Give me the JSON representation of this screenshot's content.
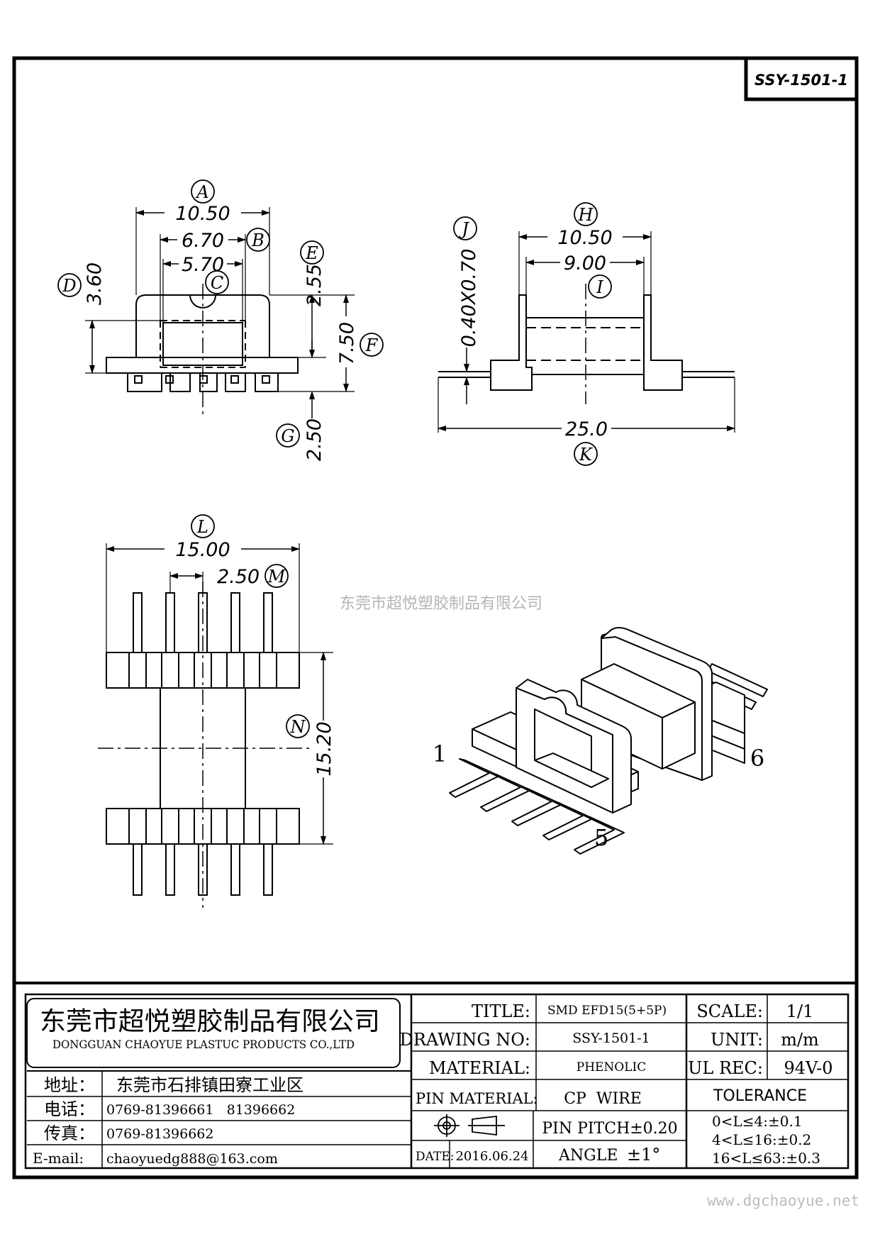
{
  "drawing_no_box": "SSY-1501-1",
  "watermark": "东莞市超悦塑胶制品有限公司",
  "website": "www.dgchaoyue.net",
  "front_view": {
    "dims": {
      "A": "10.50",
      "B": "6.70",
      "C": "5.70",
      "D": "3.60",
      "E": "2.55",
      "F": "7.50",
      "G": "2.50"
    },
    "labels": {
      "A": "A",
      "B": "B",
      "C": "C",
      "D": "D",
      "E": "E",
      "F": "F",
      "G": "G"
    }
  },
  "side_view": {
    "dims": {
      "H": "10.50",
      "H2": "9.00",
      "J": "0.40X0.70",
      "K": "25.0"
    },
    "labels": {
      "H": "H",
      "I": "I",
      "J": "J",
      "K": "K"
    }
  },
  "bottom_view": {
    "dims": {
      "L": "15.00",
      "M": "2.50",
      "N": "15.20"
    },
    "labels": {
      "L": "L",
      "M": "M",
      "N": "N"
    }
  },
  "iso_view": {
    "pin_labels": [
      "1",
      "6",
      "5"
    ]
  },
  "title_block": {
    "company_cn": "东莞市超悦塑胶制品有限公司",
    "company_en": "DONGGUAN CHAOYUE PLASTUC PRODUCTS CO.,LTD",
    "address_label": "地址：",
    "address_value": "东莞市石排镇田寮工业区",
    "phone_label": "电话：",
    "phone_value": "0769-81396661   81396662",
    "fax_label": "传真：",
    "fax_value": "0769-81396662",
    "email_label": "E-mail:",
    "email_value": "chaoyuedg888@163.com",
    "title_label": "TITLE:",
    "title_value": "SMD EFD15(5+5P)",
    "drawing_no_label": "DRAWING NO:",
    "drawing_no_value": "SSY-1501-1",
    "material_label": "MATERIAL:",
    "material_value": "PHENOLIC",
    "pin_material_label": "PIN MATERIAL:",
    "pin_material_value": "CP  WIRE",
    "pin_pitch": "PIN PITCH±0.20",
    "date_label": "DATE:",
    "date_value": "2016.06.24",
    "angle_label": "ANGLE",
    "angle_value": "±1°",
    "scale_label": "SCALE:",
    "scale_value": "1/1",
    "unit_label": "UNIT:",
    "unit_value": "m/m",
    "ul_label": "UL REC:",
    "ul_value": "94V-0",
    "tolerance_label": "TOLERANCE",
    "tolerance_rows": [
      "0<L≤4:±0.1",
      "4<L≤16:±0.2",
      "16<L≤63:±0.3"
    ]
  }
}
